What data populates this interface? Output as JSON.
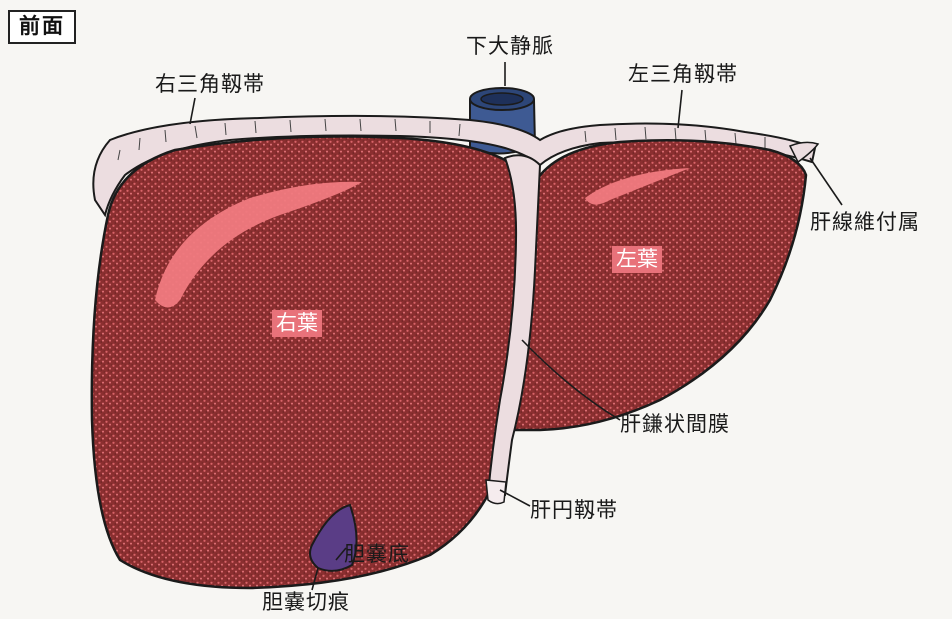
{
  "view_label": "前面",
  "labels": {
    "ivc": "下大静脈",
    "right_triangular_ligament": "右三角靱帯",
    "left_triangular_ligament": "左三角靱帯",
    "fibrous_appendix": "肝線維付属",
    "right_lobe": "右葉",
    "left_lobe": "左葉",
    "falciform_ligament": "肝鎌状間膜",
    "round_ligament": "肝円靱帯",
    "gallbladder_fundus": "胆嚢底",
    "gallbladder_notch": "胆嚢切痕"
  },
  "colors": {
    "liver_fill": "#8b2f30",
    "liver_speckle": "#d86469",
    "highlight": "#f07a80",
    "ligament_fill": "#ecdde0",
    "vein": "#3e5a93",
    "gallbladder": "#5a3d86",
    "outline": "#1b1b1b"
  }
}
